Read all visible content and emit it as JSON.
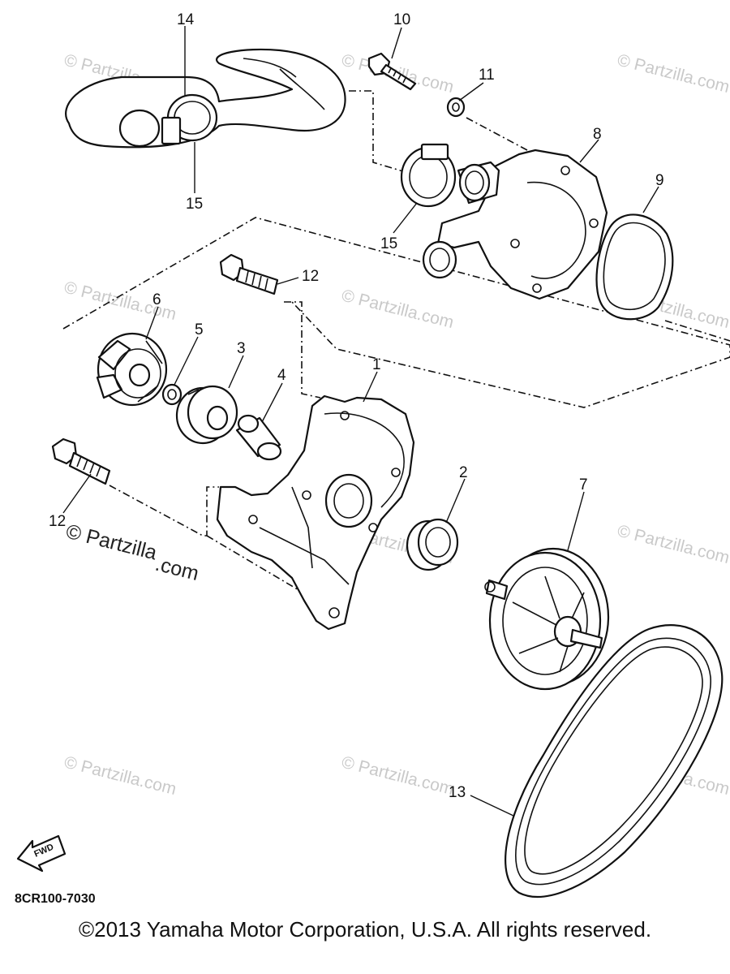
{
  "callouts": {
    "c1": "1",
    "c2": "2",
    "c3": "3",
    "c4": "4",
    "c5": "5",
    "c6": "6",
    "c7": "7",
    "c8": "8",
    "c9": "9",
    "c10": "10",
    "c11": "11",
    "c12a": "12",
    "c12b": "12",
    "c13": "13",
    "c14": "14",
    "c15a": "15",
    "c15b": "15"
  },
  "watermark": {
    "text": "© Partzilla.com",
    "prominent_line1": "© Partzilla",
    "prominent_line2": ".com"
  },
  "fwd_label": "FWD",
  "diagram_code": "8CR100-7030",
  "copyright": "©2013  Yamaha Motor Corporation, U.S.A. All rights reserved."
}
